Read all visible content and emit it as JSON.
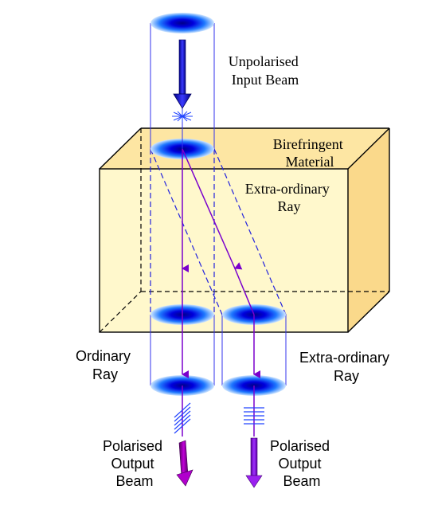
{
  "labels": {
    "input_beam": [
      "Unpolarised",
      "Input Beam"
    ],
    "material": [
      "Birefringent",
      "Material"
    ],
    "extraordinary_inside": [
      "Extra-ordinary",
      "Ray"
    ],
    "ordinary_outside": [
      "Ordinary",
      "Ray"
    ],
    "extraordinary_outside": [
      "Extra-ordinary",
      "Ray"
    ],
    "output_left": [
      "Polarised",
      "Output",
      "Beam"
    ],
    "output_right": [
      "Polarised",
      "Output",
      "Beam"
    ]
  },
  "colors": {
    "box_front": "#fff8cc",
    "box_top": "#fde6a3",
    "box_right": "#fad98b",
    "edge": "#000000",
    "beam_outline": "#3333ee",
    "dashed_guides": "#2222dd",
    "ray": "#7a00cc",
    "input_arrow": "#1a1ab8",
    "output_left_arrow": "#9900cc",
    "output_right_arrow": "#8a00e0",
    "spot_core": "#0000cc",
    "spot_edge": "#66aaff"
  }
}
